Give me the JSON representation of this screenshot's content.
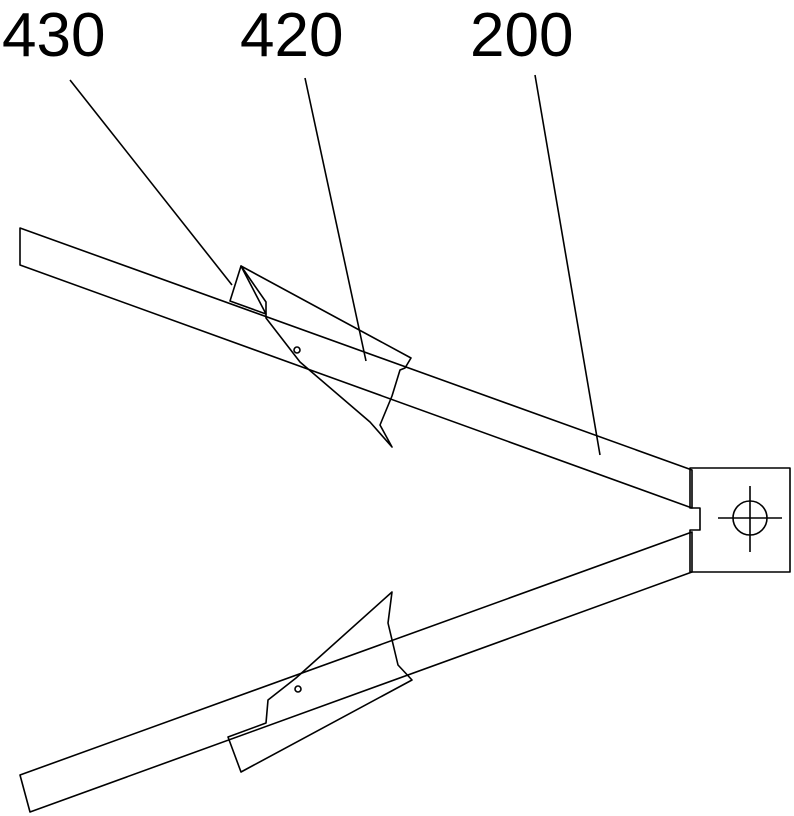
{
  "labels": [
    {
      "id": "430",
      "text": "430"
    },
    {
      "id": "420",
      "text": "420"
    },
    {
      "id": "200",
      "text": "200"
    }
  ],
  "colors": {
    "line": "#000000",
    "background": "#ffffff"
  }
}
